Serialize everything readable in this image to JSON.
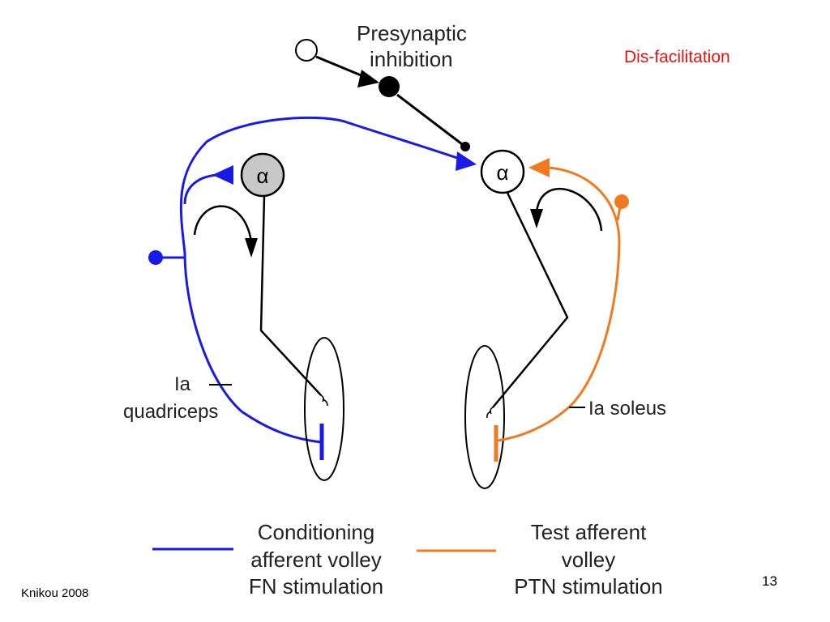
{
  "heading": "Dis-facilitation",
  "labels": {
    "presynaptic_line1": "Presynaptic",
    "presynaptic_line2": "inhibition",
    "alpha_symbol": "α",
    "ia_quad_line1": "Ia",
    "ia_quad_line2": "quadriceps",
    "ia_soleus": "Ia soleus"
  },
  "legend": {
    "conditioning": [
      "Conditioning",
      "afferent volley",
      "FN stimulation"
    ],
    "test": [
      "Test afferent",
      "volley",
      "PTN stimulation"
    ]
  },
  "footer": {
    "citation": "Knikou 2008",
    "page_number": "13"
  },
  "colors": {
    "conditioning": "#1a1ae6",
    "test": "#f07a20",
    "heading": "#e8120c",
    "neuron_fill_left": "#c8c8c8",
    "ink": "#000000"
  }
}
